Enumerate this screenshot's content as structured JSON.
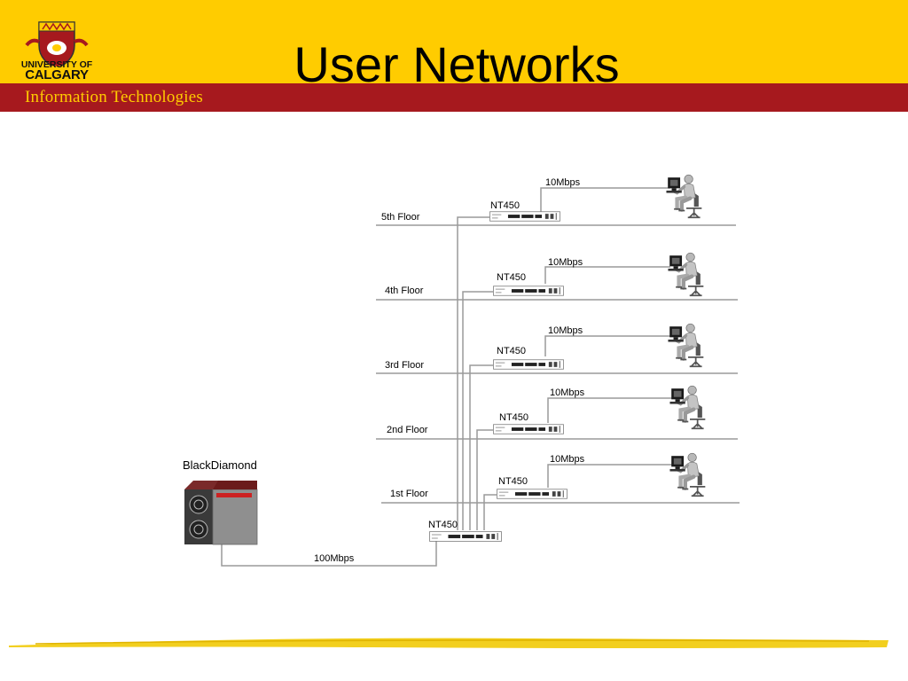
{
  "header": {
    "title": "User Networks",
    "logo_line1": "UNIVERSITY OF",
    "logo_line2": "CALGARY",
    "org": "Information Technologies"
  },
  "colors": {
    "topbar": "#ffcc00",
    "band": "#a6191e",
    "line": "#9a9a9a"
  },
  "diagram": {
    "core": {
      "label": "BlackDiamond",
      "link": "100Mbps"
    },
    "hub": {
      "label": "NT450"
    },
    "floors": [
      {
        "name": "5th Floor",
        "switch": "NT450",
        "speed": "10Mbps"
      },
      {
        "name": "4th Floor",
        "switch": "NT450",
        "speed": "10Mbps"
      },
      {
        "name": "3rd Floor",
        "switch": "NT450",
        "speed": "10Mbps"
      },
      {
        "name": "2nd Floor",
        "switch": "NT450",
        "speed": "10Mbps"
      },
      {
        "name": "1st Floor",
        "switch": "NT450",
        "speed": "10Mbps"
      }
    ]
  }
}
